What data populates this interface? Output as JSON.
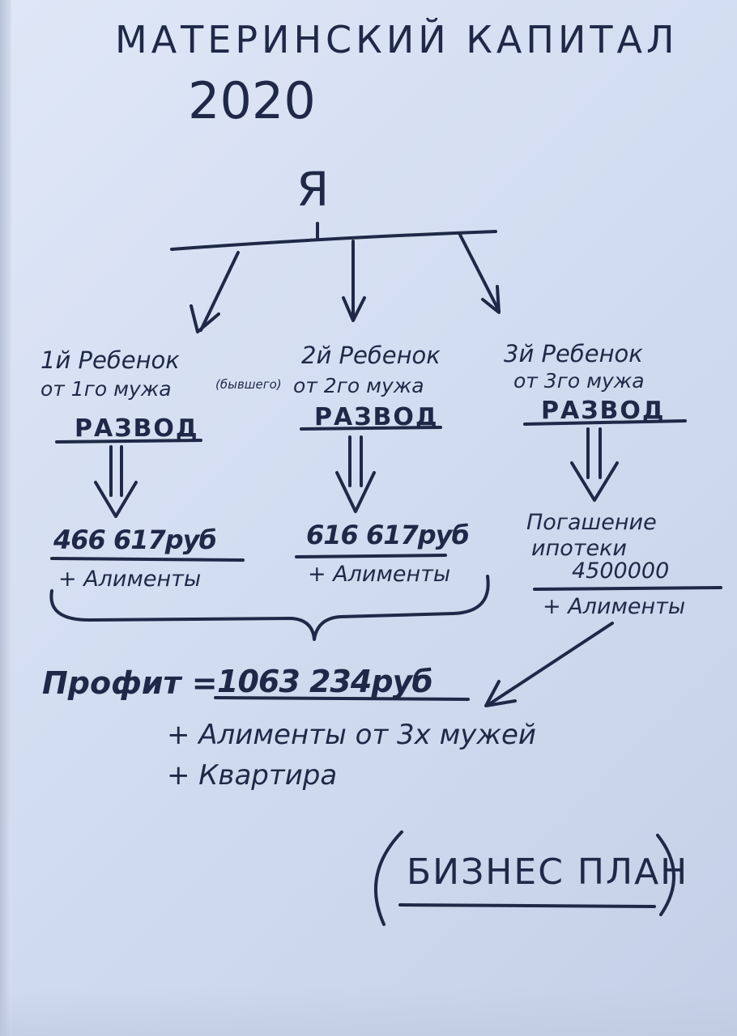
{
  "title": "МАТЕРИНСКИЙ КАПИТАЛ",
  "year": "2020",
  "root": "Я",
  "branches": [
    {
      "child": "1й Ребенок",
      "father": "от 1го мужа",
      "father_note": "(бывшего)",
      "event": "РАЗВОД",
      "result": "466 617руб",
      "extra": "+ Алименты"
    },
    {
      "child": "2й Ребенок",
      "father": "от 2го мужа",
      "father_note": "",
      "event": "РАЗВОД",
      "result": "616 617руб",
      "extra": "+ Алименты"
    },
    {
      "child": "3й Ребенок",
      "father": "от 3го мужа",
      "father_note": "",
      "event": "РАЗВОД",
      "result_line1": "Погашение",
      "result_line2": "ипотеки",
      "result_line3": "4500000",
      "extra": "+ Алименты"
    }
  ],
  "profit": {
    "label": "Профит =",
    "value": "1063 234руб",
    "extra1": "+ Алименты от 3х мужей",
    "extra2": "+ Квартира"
  },
  "stamp": "БИЗНЕС ПЛАН",
  "colors": {
    "ink": "#1f2947",
    "paper": "#d6def0"
  }
}
